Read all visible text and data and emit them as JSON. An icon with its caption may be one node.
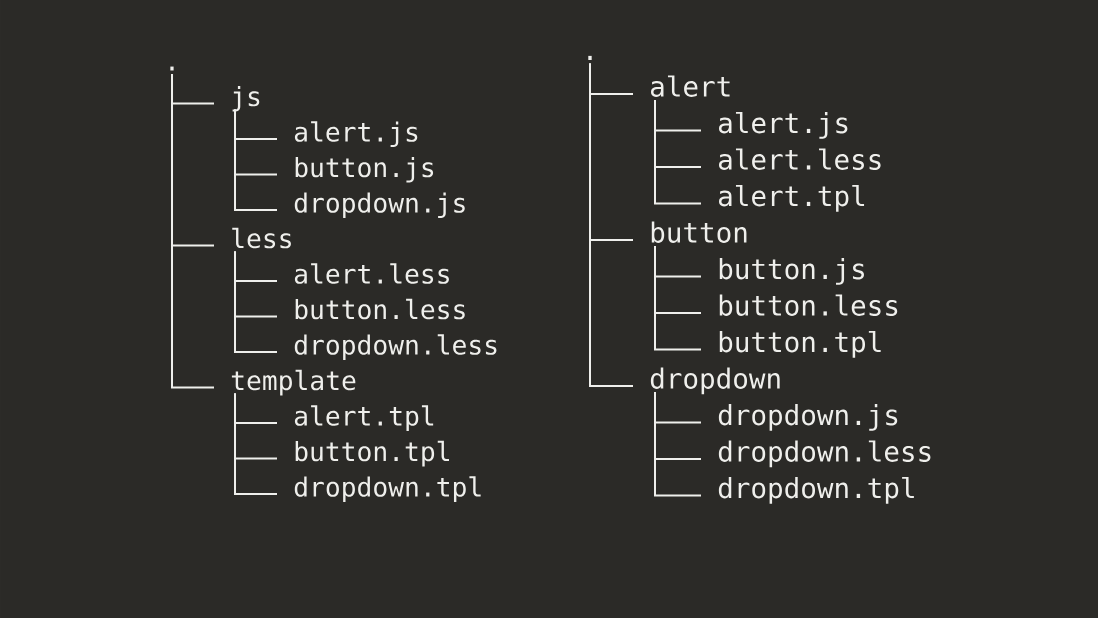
{
  "diagram": {
    "nodes": [
      {
        "text": [
          "."
        ]
      },
      {
        "text": [
          "js"
        ]
      },
      {
        "text": [
          "alert.js"
        ]
      },
      {
        "text": [
          "button.js"
        ]
      },
      {
        "text": [
          "dropdown.js"
        ]
      },
      {
        "text": [
          "less"
        ]
      },
      {
        "text": [
          "alert.less"
        ]
      },
      {
        "text": [
          "button.less"
        ]
      },
      {
        "text": [
          "dropdown.less"
        ]
      },
      {
        "text": [
          "template"
        ]
      },
      {
        "text": [
          "alert.tpl"
        ]
      },
      {
        "text": [
          "button.tpl"
        ]
      },
      {
        "text": [
          "dropdown.tpl"
        ]
      },
      {
        "text": [
          "."
        ]
      },
      {
        "text": [
          "alert"
        ]
      },
      {
        "text": [
          "alert.js"
        ]
      },
      {
        "text": [
          "alert.less"
        ]
      },
      {
        "text": [
          "alert.tpl"
        ]
      },
      {
        "text": [
          "button"
        ]
      },
      {
        "text": [
          "button.js"
        ]
      },
      {
        "text": [
          "button.less"
        ]
      },
      {
        "text": [
          "button.tpl"
        ]
      },
      {
        "text": [
          "dropdown"
        ]
      },
      {
        "text": [
          "dropdown.js"
        ]
      },
      {
        "text": [
          "dropdown.less"
        ]
      },
      {
        "text": [
          "dropdown.tpl"
        ]
      }
    ],
    "edges": [
      {
        "from": 0,
        "to": 1,
        "arrow": "none"
      },
      {
        "from": 1,
        "to": 2,
        "arrow": "none"
      },
      {
        "from": 1,
        "to": 3,
        "arrow": "none"
      },
      {
        "from": 1,
        "to": 4,
        "arrow": "none"
      },
      {
        "from": 0,
        "to": 5,
        "arrow": "none"
      },
      {
        "from": 5,
        "to": 6,
        "arrow": "none"
      },
      {
        "from": 5,
        "to": 7,
        "arrow": "none"
      },
      {
        "from": 5,
        "to": 8,
        "arrow": "none"
      },
      {
        "from": 0,
        "to": 9,
        "arrow": "none"
      },
      {
        "from": 9,
        "to": 10,
        "arrow": "none"
      },
      {
        "from": 9,
        "to": 11,
        "arrow": "none"
      },
      {
        "from": 9,
        "to": 12,
        "arrow": "none"
      },
      {
        "from": 13,
        "to": 14,
        "arrow": "none"
      },
      {
        "from": 14,
        "to": 15,
        "arrow": "none"
      },
      {
        "from": 14,
        "to": 16,
        "arrow": "none"
      },
      {
        "from": 14,
        "to": 17,
        "arrow": "none"
      },
      {
        "from": 13,
        "to": 18,
        "arrow": "none"
      },
      {
        "from": 18,
        "to": 19,
        "arrow": "none"
      },
      {
        "from": 18,
        "to": 20,
        "arrow": "none"
      },
      {
        "from": 18,
        "to": 21,
        "arrow": "none"
      },
      {
        "from": 13,
        "to": 22,
        "arrow": "none"
      },
      {
        "from": 22,
        "to": 23,
        "arrow": "none"
      },
      {
        "from": 22,
        "to": 24,
        "arrow": "none"
      },
      {
        "from": 22,
        "to": 25,
        "arrow": "none"
      }
    ]
  }
}
